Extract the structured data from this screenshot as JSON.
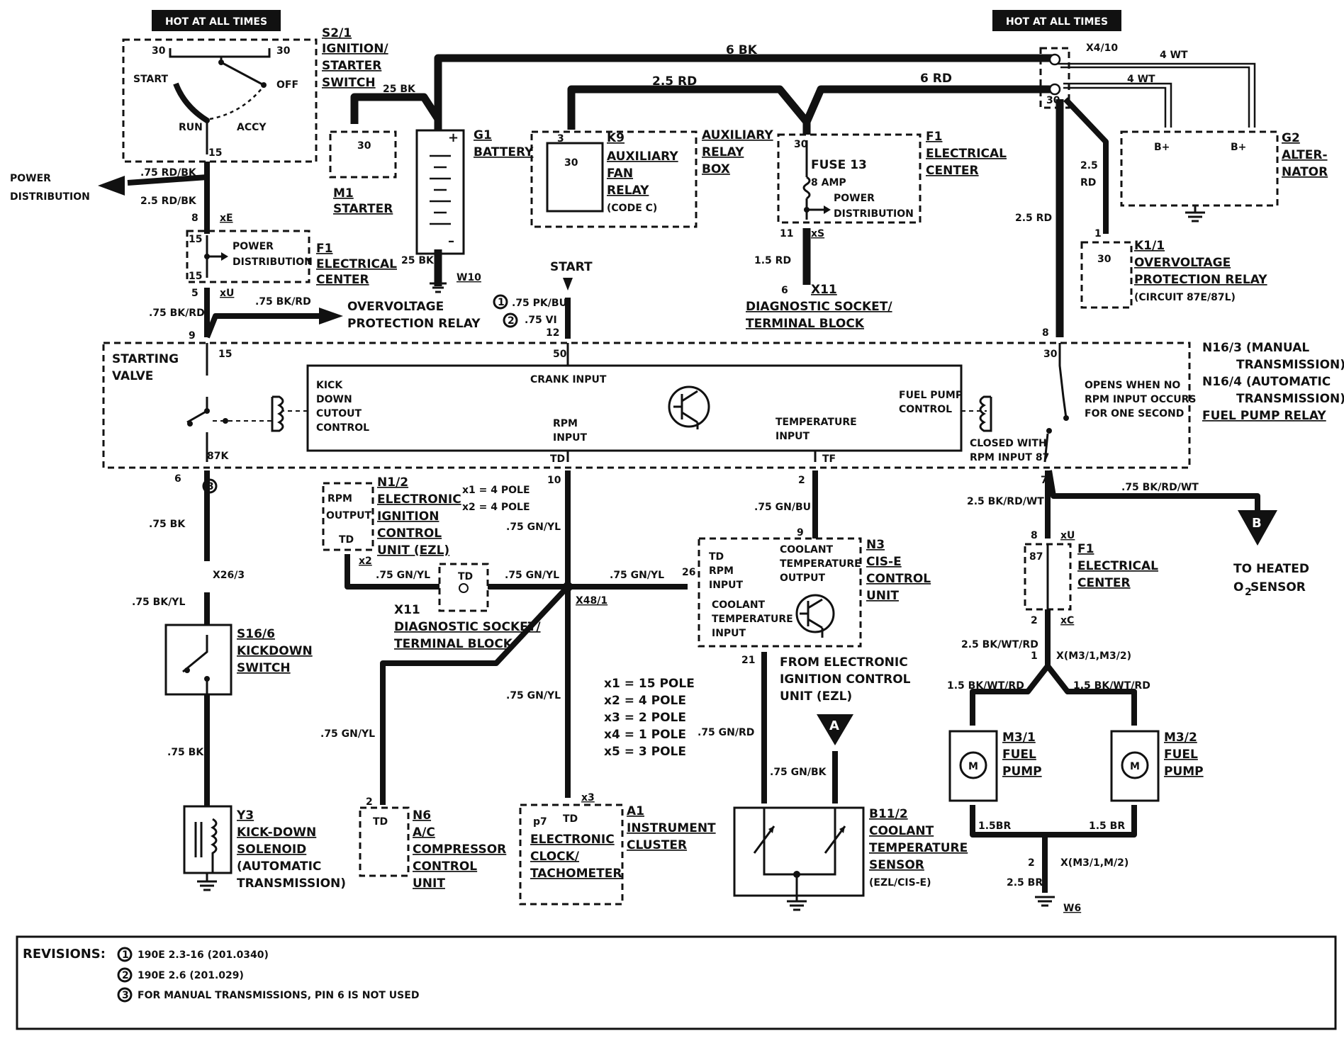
{
  "banners": {
    "hot_left": "HOT AT ALL TIMES",
    "hot_right": "HOT AT ALL TIMES"
  },
  "components": {
    "s2_1": {
      "id": "S2/1",
      "l1": "IGNITION/",
      "l2": "STARTER",
      "l3": "SWITCH",
      "pin30a": "30",
      "pin30b": "30",
      "start": "START",
      "off": "OFF",
      "run": "RUN",
      "accy": "ACCY",
      "pin15": "15"
    },
    "m1": {
      "pin": "30",
      "id": "M1",
      "name": "STARTER"
    },
    "g1": {
      "id": "G1",
      "name": "BATTERY",
      "plus": "+",
      "minus": "–"
    },
    "k9": {
      "pin3": "3",
      "pin30": "30",
      "id": "K9",
      "l1": "AUXILIARY",
      "l2": "FAN",
      "l3": "RELAY",
      "note": "(CODE C)"
    },
    "aux_box": {
      "l1": "AUXILIARY",
      "l2": "RELAY",
      "l3": "BOX"
    },
    "f1_top": {
      "pin30": "30",
      "fuse": "FUSE 13",
      "amp": "8 AMP",
      "pd1": "POWER",
      "pd2": "DISTRIBUTION",
      "id": "F1",
      "l1": "ELECTRICAL",
      "l2": "CENTER",
      "pin11": "11",
      "conn": "xS"
    },
    "x4_10": {
      "id": "X4/10",
      "pin30": "30"
    },
    "g2": {
      "bplus1": "B+",
      "bplus2": "B+",
      "id": "G2",
      "l1": "ALTER-",
      "l2": "NATOR"
    },
    "k1_1": {
      "pin1": "1",
      "pin30": "30",
      "id": "K1/1",
      "l1": "OVERVOLTAGE",
      "l2": "PROTECTION RELAY",
      "l3": "(CIRCUIT 87E/87L)"
    },
    "f1_left": {
      "pin15a": "15",
      "pin15b": "15",
      "pd1": "POWER",
      "pd2": "DISTRIBUTION",
      "id": "F1",
      "l1": "ELECTRICAL",
      "l2": "CENTER",
      "pin8": "8",
      "conn": "xE",
      "pin5": "5",
      "conn2": "xU"
    },
    "x11_top": {
      "pin": "6",
      "id": "X11",
      "l1": "DIAGNOSTIC SOCKET/",
      "l2": "TERMINAL BLOCK"
    },
    "n16": {
      "l1": "N16/3 (MANUAL",
      "l2": "TRANSMISSION)",
      "l3": "N16/4 (AUTOMATIC",
      "l4": "TRANSMISSION)",
      "l5": "FUEL PUMP RELAY",
      "starting1": "STARTING",
      "starting2": "VALVE",
      "kick1": "KICK",
      "kick2": "DOWN",
      "kick3": "CUTOUT",
      "kick4": "CONTROL",
      "crank": "CRANK INPUT",
      "rpm1": "RPM",
      "rpm2": "INPUT",
      "temp1": "TEMPERATURE",
      "temp2": "INPUT",
      "fp1": "FUEL PUMP",
      "fp2": "CONTROL",
      "opens1": "OPENS WHEN NO",
      "opens2": "RPM INPUT OCCURS",
      "opens3": "FOR ONE SECOND",
      "closed1": "CLOSED WITH",
      "closed2": "RPM INPUT 87",
      "p15": "15",
      "p50": "50",
      "p30": "30",
      "p87k": "87K",
      "pTD": "TD",
      "pTF": "TF",
      "pin9": "9",
      "pin12": "12",
      "pin8": "8",
      "pin6": "6",
      "pin10": "10",
      "pin2": "2",
      "pin7": "7"
    },
    "n1_2": {
      "rpm": "RPM",
      "output": "OUTPUT",
      "td": "TD",
      "id": "N1/2",
      "l1": "ELECTRONIC",
      "l2": "IGNITION",
      "l3": "CONTROL",
      "l4": "UNIT (EZL)",
      "x2": "x2",
      "poles1": "x1 = 4 POLE",
      "poles2": "x2 = 4 POLE"
    },
    "x11_mid": {
      "td": "TD",
      "id": "X11",
      "l1": "DIAGNOSTIC SOCKET/",
      "l2": "TERMINAL BLOCK"
    },
    "x48_1": {
      "id": "X48/1"
    },
    "n3": {
      "td": "TD",
      "rpm": "RPM",
      "input": "INPUT",
      "ct1": "COOLANT",
      "ct2": "TEMPERATURE",
      "ct3": "OUTPUT",
      "cti1": "COOLANT",
      "cti2": "TEMPERATURE",
      "cti3": "INPUT",
      "id": "N3",
      "l1": "CIS-E",
      "l2": "CONTROL",
      "l3": "UNIT",
      "pin9": "9",
      "pin26": "26",
      "pin21": "21"
    },
    "from_ezl": {
      "l1": "FROM ELECTRONIC",
      "l2": "IGNITION CONTROL",
      "l3": "UNIT (EZL)"
    },
    "pole_list": {
      "p1": "x1 = 15 POLE",
      "p2": "x2 = 4 POLE",
      "p3": "x3 = 2 POLE",
      "p4": "x4 = 1 POLE",
      "p5": "x5 = 3 POLE"
    },
    "x26_3": {
      "id": "X26/3"
    },
    "s16_6": {
      "id": "S16/6",
      "l1": "KICKDOWN",
      "l2": "SWITCH"
    },
    "y3": {
      "id": "Y3",
      "l1": "KICK-DOWN",
      "l2": "SOLENOID",
      "l3": "(AUTOMATIC",
      "l4": "TRANSMISSION)"
    },
    "n6": {
      "pin": "2",
      "td": "TD",
      "id": "N6",
      "l1": "A/C",
      "l2": "COMPRESSOR",
      "l3": "CONTROL",
      "l4": "UNIT"
    },
    "a1": {
      "p7": "p7",
      "td": "TD",
      "x3": "x3",
      "l1": "ELECTRONIC",
      "l2": "CLOCK/",
      "l3": "TACHOMETER",
      "id": "A1",
      "m1": "INSTRUMENT",
      "m2": "CLUSTER"
    },
    "b11_2": {
      "id": "B11/2",
      "l1": "COOLANT",
      "l2": "TEMPERATURE",
      "l3": "SENSOR",
      "l4": "(EZL/CIS-E)"
    },
    "f1_right": {
      "pin8": "8",
      "conn": "xU",
      "p87": "87",
      "id": "F1",
      "l1": "ELECTRICAL",
      "l2": "CENTER",
      "pin2": "2",
      "conn2": "xC"
    },
    "m3_1": {
      "id": "M3/1",
      "l1": "FUEL",
      "l2": "PUMP",
      "m": "M"
    },
    "m3_2": {
      "id": "M3/2",
      "l1": "FUEL",
      "l2": "PUMP",
      "m": "M"
    },
    "x_m3_top": {
      "pin": "1",
      "id": "X(M3/1,M3/2)"
    },
    "x_m3_bot": {
      "pin": "2",
      "id": "X(M3/1,M/2)"
    },
    "w6": {
      "id": "W6"
    },
    "w10": {
      "id": "W10"
    },
    "heated": {
      "l1": "TO HEATED",
      "l2": "O",
      "sub": "2",
      "l3": " SENSOR",
      "letter": "B"
    },
    "start_arrow": {
      "label": "START"
    },
    "a_arrow": {
      "letter": "A"
    }
  },
  "wires": {
    "w6bk": "6 BK",
    "w25rd_top": "2.5 RD",
    "w6rd": "6 RD",
    "w4wt_a": "4 WT",
    "w4wt_b": "4 WT",
    "w25bk_a": "25 BK",
    "w25bk_b": "25 BK",
    "w25rd_r1a": "2.5",
    "w25rd_r1b": "RD",
    "w25rd_r2": "2.5 RD",
    "w75rdbk": ".75 RD/BK",
    "w25rdbk": "2.5 RD/BK",
    "power_dist1": "POWER",
    "power_dist2": "DISTRIBUTION",
    "w15rd": "1.5 RD",
    "w75bkrd_a": ".75 BK/RD",
    "w75bkrd_b": ".75 BK/RD",
    "ovp1": "OVERVOLTAGE",
    "ovp2": "PROTECTION RELAY",
    "w75pkbu": ".75 PK/BU",
    "w75vi": ".75 VI",
    "w75bk_a": ".75 BK",
    "w75bkyl": ".75 BK/YL",
    "w75bk_b": ".75 BK",
    "w75gnyl_a": ".75 GN/YL",
    "w75gnyl_b": ".75 GN/YL",
    "w75gnyl_c": ".75 GN/YL",
    "w75gnyl_d": ".75 GN/YL",
    "w75gnyl_e": ".75 GN/YL",
    "w75gnyl_f": ".75 GN/YL",
    "w75gnbu": ".75 GN/BU",
    "w75gnrd": ".75 GN/RD",
    "w75gnbk": ".75 GN/BK",
    "w75bkrdwt": ".75 BK/RD/WT",
    "w25bkrdwt": "2.5 BK/RD/WT",
    "w25bkwtrd": "2.5 BK/WT/RD",
    "w15bkwtrd_a": "1.5 BK/WT/RD",
    "w15bkwtrd_b": "1.5 BK/WT/RD",
    "w15br_a": "1.5BR",
    "w15br_b": "1.5 BR",
    "w25br": "2.5 BR"
  },
  "revisions": {
    "title": "REVISIONS:",
    "items": [
      {
        "mark": "1",
        "text": "190E 2.3-16 (201.0340)"
      },
      {
        "mark": "2",
        "text": "190E 2.6 (201.029)"
      },
      {
        "mark": "3",
        "text": "FOR MANUAL TRANSMISSIONS, PIN 6 IS NOT USED"
      }
    ],
    "mark1": "1",
    "mark2": "2",
    "mark3": "3"
  }
}
